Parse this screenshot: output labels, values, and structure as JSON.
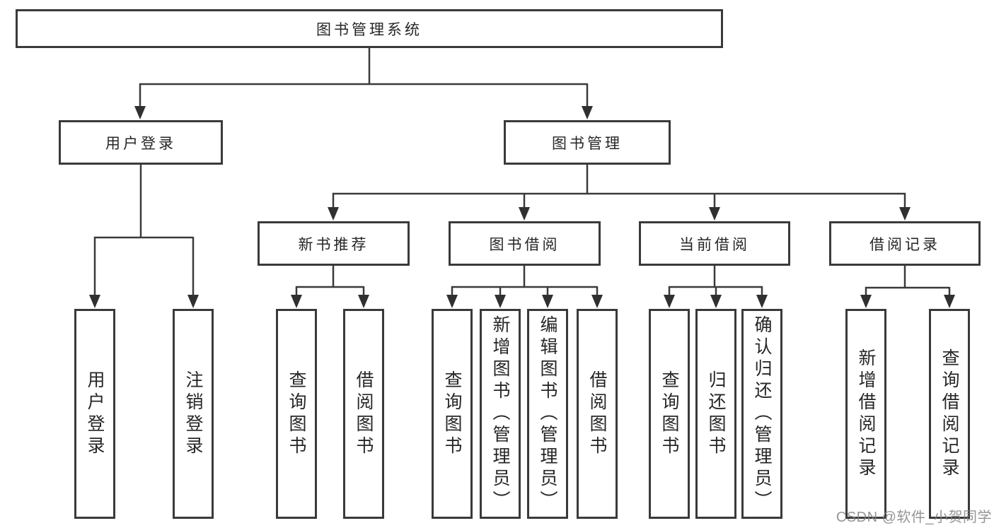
{
  "diagram": {
    "title_node": "图书管理系统",
    "root": "图书管理系统",
    "level2": {
      "user_login": "用户登录",
      "book_mgmt": "图书管理"
    },
    "level3": {
      "new_books": "新书推荐",
      "book_borrow": "图书借阅",
      "current_borrow": "当前借阅",
      "borrow_records": "借阅记录"
    },
    "leaves": {
      "user_login": [
        "用户登录",
        "注销登录"
      ],
      "new_books": [
        "查询图书",
        "借阅图书"
      ],
      "book_borrow": [
        "查询图书",
        "新增图书（管理员）",
        "编辑图书（管理员）",
        "借阅图书"
      ],
      "current_borrow": [
        "查询图书",
        "归还图书",
        "确认归还（管理员）"
      ],
      "borrow_records": [
        "新增借阅记录",
        "查询借阅记录"
      ]
    },
    "watermark": "CSDN @软件_小贺同学",
    "colors": {
      "line": "#3a3a3a",
      "box_border": "#3a3a3a",
      "box_background": "#ffffff",
      "text": "#262626",
      "watermark": "#828282",
      "background": "#ffffff"
    }
  }
}
